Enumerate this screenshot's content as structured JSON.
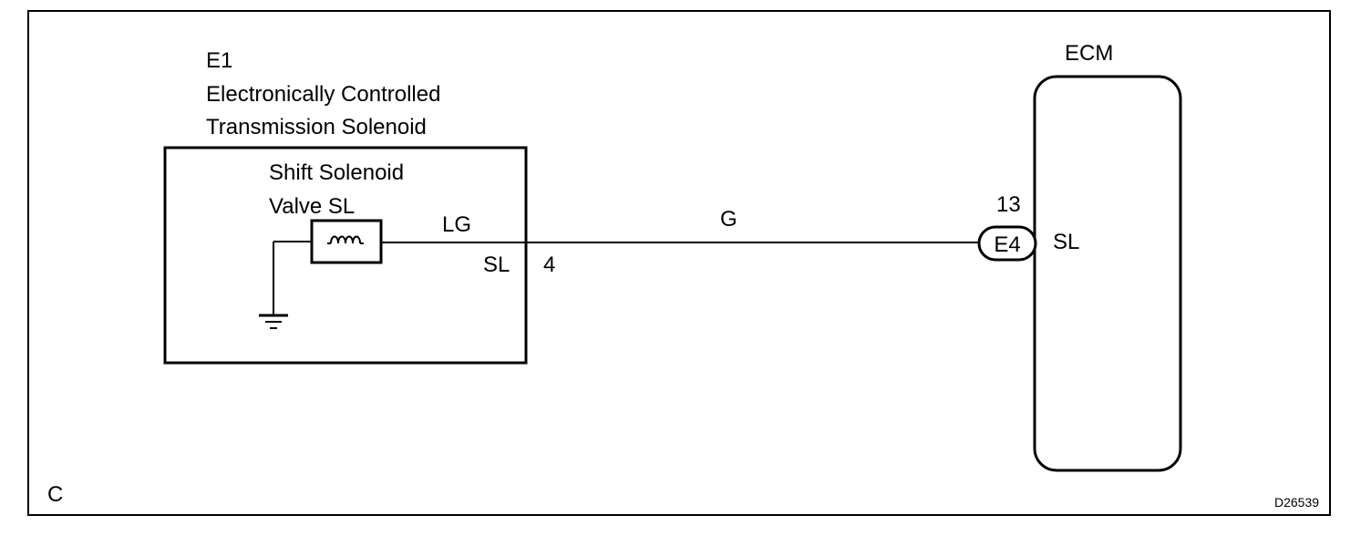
{
  "component": {
    "code": "E1",
    "name_line1": "Electronically Controlled",
    "name_line2": "Transmission Solenoid",
    "valve_line1": "Shift Solenoid",
    "valve_line2": "Valve SL",
    "pin_name": "SL",
    "pin_number": "4"
  },
  "wire": {
    "color_inside": "LG",
    "color_harness": "G"
  },
  "ecm": {
    "title": "ECM",
    "connector": "E4",
    "pin_number": "13",
    "pin_name": "SL"
  },
  "corner_mark": "C",
  "figure_code": "D26539"
}
